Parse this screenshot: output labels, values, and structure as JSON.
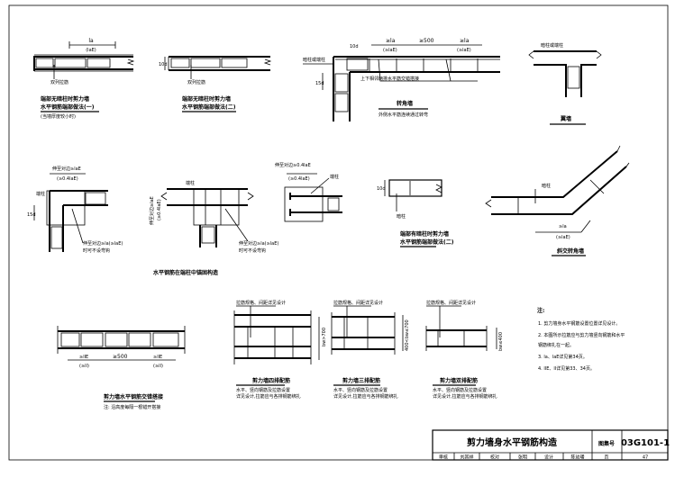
{
  "title_block": {
    "title": "剪力墙身水平钢筋构造",
    "atlas_label": "图集号",
    "atlas_number": "03G101-1",
    "row": [
      "审核",
      "刘其祥",
      "校对",
      "张明",
      "设计",
      "陈幼璠",
      "页",
      "47"
    ]
  },
  "fig1": {
    "dim_top": "la",
    "dim_bot": "(laE)",
    "label": "双列拉筋",
    "caption1": "端部无暗柱时剪力墙",
    "caption2": "水平钢筋端部做法(一)",
    "caption3": "(当墙厚度较小时)"
  },
  "fig2": {
    "dim": "10d",
    "label": "双列拉筋",
    "caption1": "端部无暗柱时剪力墙",
    "caption2": "水平钢筋端部做法(二)"
  },
  "fig3": {
    "label_left": "暗柱或端柱",
    "dim_hook": "10d",
    "dim_vert": "15d",
    "dim1a": "≥la",
    "dim1b": "(≥laE)",
    "dim2": "≥500",
    "dim3a": "≥la",
    "dim3b": "(≥laE)",
    "note": "上下相邻两排水平筋交错搭接",
    "caption1": "转角墙",
    "caption2": "外侧水平筋连续通过转弯"
  },
  "fig4": {
    "label": "暗柱或端柱",
    "caption": "翼墙"
  },
  "fig5": {
    "dim1": "伸至对边≥laE",
    "dim2": "(≥0.4laE)",
    "label": "端柱",
    "dim_vert": "15d",
    "note1": "伸至对边≥la(≥laE)",
    "note2": "时可不设弯钩"
  },
  "fig6": {
    "label": "端柱",
    "dim_vert1": "伸至对边≥laE",
    "dim_vert2": "(≥0.4laE)",
    "note1": "伸至对边≥la(≥laE)",
    "note2": "时可不设弯钩"
  },
  "fig7": {
    "dim1": "伸至对边≥0.4laE",
    "dim2": "(≥0.4laE)",
    "label": "端柱"
  },
  "row2_caption": "水平钢筋在端柱中锚固构造",
  "fig8": {
    "dim": "10d",
    "label": "暗柱",
    "caption1": "端部有暗柱时剪力墙",
    "caption2": "水平钢筋端部做法(二)"
  },
  "fig9": {
    "label": "暗柱",
    "dim1": "≥la",
    "dim2": "(≥laE)",
    "caption": "斜交转角墙"
  },
  "fig10": {
    "dim1a": "≥lIE",
    "dim1b": "(≥lI)",
    "dim2": "≥500",
    "dim3a": "≥lIE",
    "dim3b": "(≥lI)",
    "caption": "剪力墙水平钢筋交错搭接",
    "note": "注: 沿高度每隔一根错开搭接"
  },
  "fig11": {
    "top": "拉筋规格、间距详见设计",
    "dim": "bw>700",
    "caption": "剪力墙四排配筋",
    "sub1": "水平、竖向钢筋及拉筋设置",
    "sub2": "详见设计,拉筋应与各排钢筋绑扎"
  },
  "fig12": {
    "top": "拉筋规格、间距详见设计",
    "dim": "400<bw≤700",
    "caption": "剪力墙三排配筋",
    "sub1": "水平、竖向钢筋及拉筋设置",
    "sub2": "详见设计,拉筋应与各排钢筋绑扎"
  },
  "fig13": {
    "top": "拉筋规格、间距详见设计",
    "dim": "bw≤400",
    "caption": "剪力墙双排配筋",
    "sub1": "水平、竖向钢筋及拉筋设置",
    "sub2": "详见设计,拉筋应与各排钢筋绑扎"
  },
  "notes": {
    "title": "注:",
    "items": [
      "1. 剪力墙身水平钢筋设置位置详见设计。",
      "2. 本图所示拉筋应与剪力墙竖向钢筋和水平",
      "   钢筋绑扎在一起。",
      "3. la、laE详见第34页。",
      "4. lIE、lI详见第33、34页。"
    ]
  }
}
